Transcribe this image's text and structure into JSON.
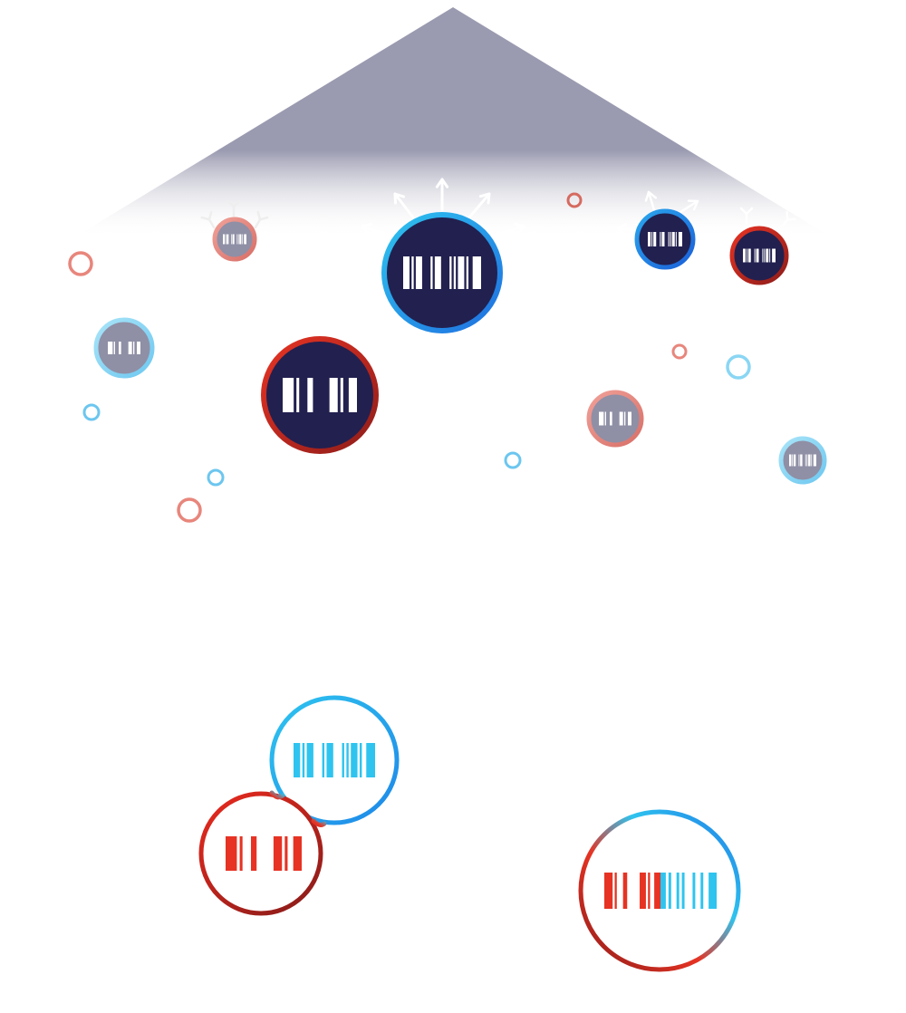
{
  "diagram": {
    "colors": {
      "navy": "#22204f",
      "cone_top": "#9a9ab0",
      "red": "#e63323",
      "dark_red": "#8f1d1a",
      "cyan": "#2ec4ef",
      "blue": "#1f7ae6",
      "pale_red": "#e8867c",
      "pale_cyan": "#8ad6f4",
      "muted_fill": "#8f8fa6"
    },
    "icon_names": [
      "barcode-icon",
      "arrow-icon",
      "antibody-icon"
    ],
    "cells": [
      {
        "name": "center-large-cell",
        "ring": "cyan-blue",
        "emphasis": "strong",
        "signal": "arrows"
      },
      {
        "name": "center-red-cell",
        "ring": "red",
        "emphasis": "strong",
        "signal": "none"
      },
      {
        "name": "right-blue-cell",
        "ring": "blue",
        "emphasis": "strong",
        "signal": "arrows"
      },
      {
        "name": "right-red-cell",
        "ring": "red",
        "emphasis": "strong",
        "signal": "antibodies"
      },
      {
        "name": "left-faded-red-cell",
        "ring": "red",
        "emphasis": "faded",
        "signal": "antibodies"
      },
      {
        "name": "left-faded-cyan-cell",
        "ring": "cyan",
        "emphasis": "faded",
        "signal": "none"
      },
      {
        "name": "mid-faded-red-cell",
        "ring": "red",
        "emphasis": "faded",
        "signal": "none"
      },
      {
        "name": "right-faded-cyan-cell",
        "ring": "cyan",
        "emphasis": "faded",
        "signal": "none"
      }
    ],
    "bottom": [
      {
        "name": "dividing-cell-pair",
        "barcodes": [
          "cyan",
          "red"
        ]
      },
      {
        "name": "merged-cell",
        "barcodes": [
          "red",
          "cyan"
        ]
      }
    ]
  }
}
